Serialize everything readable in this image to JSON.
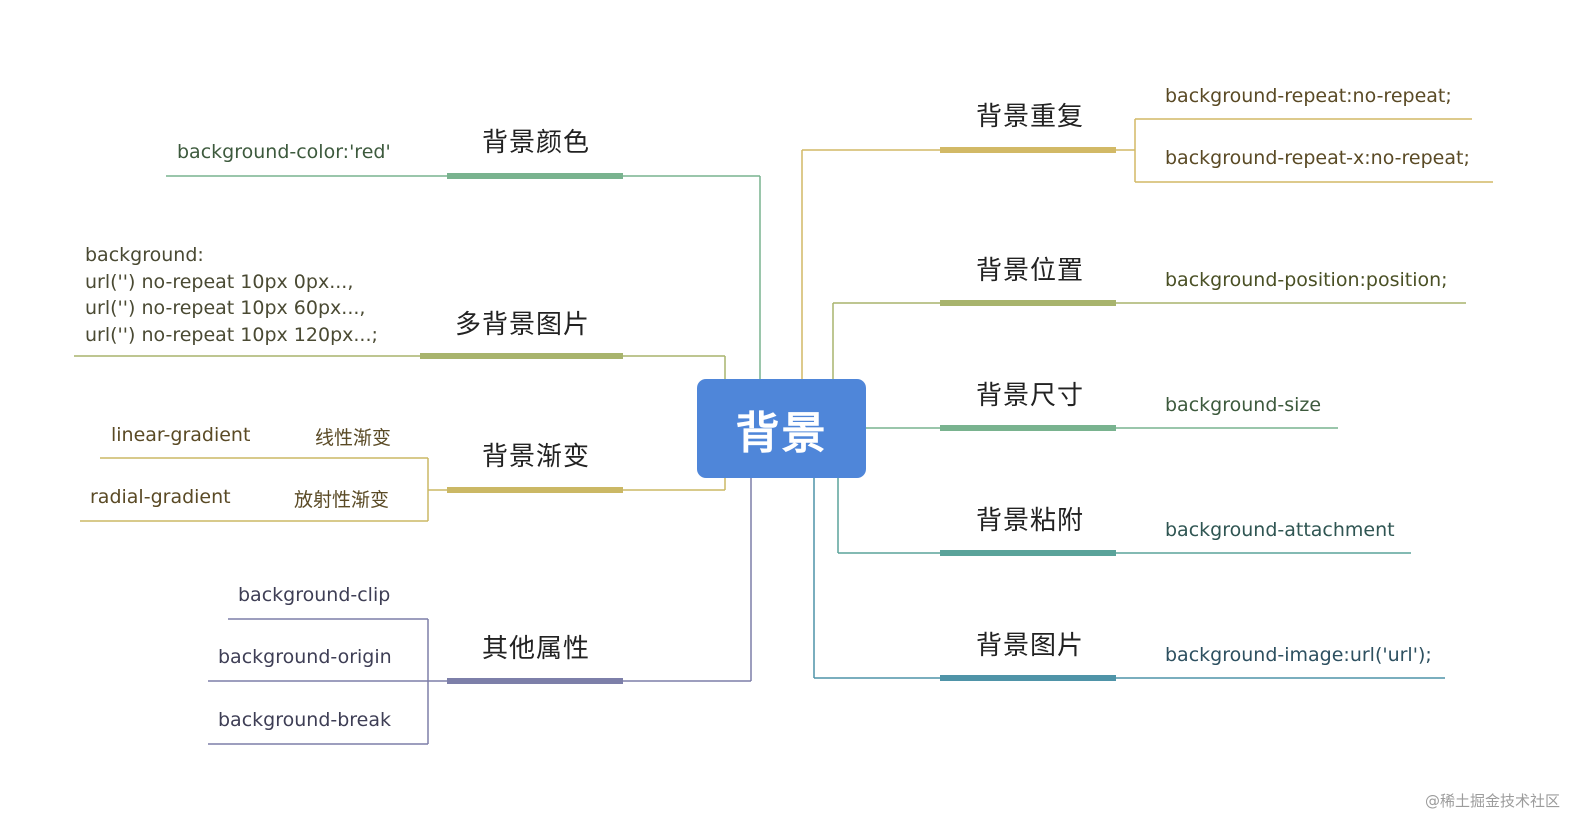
{
  "center": {
    "label": "背景",
    "color": "#4f86d9"
  },
  "branches": {
    "color": {
      "label": "背景颜色",
      "color": "#79b38f"
    },
    "multi": {
      "label": "多背景图片",
      "color": "#a8b46d"
    },
    "gradient": {
      "label": "背景渐变",
      "color": "#cbb865"
    },
    "other": {
      "label": "其他属性",
      "color": "#7d7fa9"
    },
    "repeat": {
      "label": "背景重复",
      "color": "#d2b966"
    },
    "position": {
      "label": "背景位置",
      "color": "#a8b46d"
    },
    "size": {
      "label": "背景尺寸",
      "color": "#79b38f"
    },
    "attachment": {
      "label": "背景粘附",
      "color": "#5aa39a"
    },
    "image": {
      "label": "背景图片",
      "color": "#4f94a8"
    }
  },
  "leaves": {
    "color_value": "background-color:'red'",
    "multi_value": "background:\nurl('') no-repeat 10px 0px...,\nurl('') no-repeat 10px 60px...,\nurl('') no-repeat 10px 120px...;",
    "linear": {
      "name": "linear-gradient",
      "zh": "线性渐变"
    },
    "radial": {
      "name": "radial-gradient",
      "zh": "放射性渐变"
    },
    "clip": "background-clip",
    "origin": "background-origin",
    "break": "background-break",
    "repeat_1": "background-repeat:no-repeat;",
    "repeat_2": "background-repeat-x:no-repeat;",
    "position_value": "background-position:position;",
    "size_value": "background-size",
    "attachment_value": "background-attachment",
    "image_value": "background-image:url('url');"
  },
  "watermark": "@稀土掘金技术社区"
}
